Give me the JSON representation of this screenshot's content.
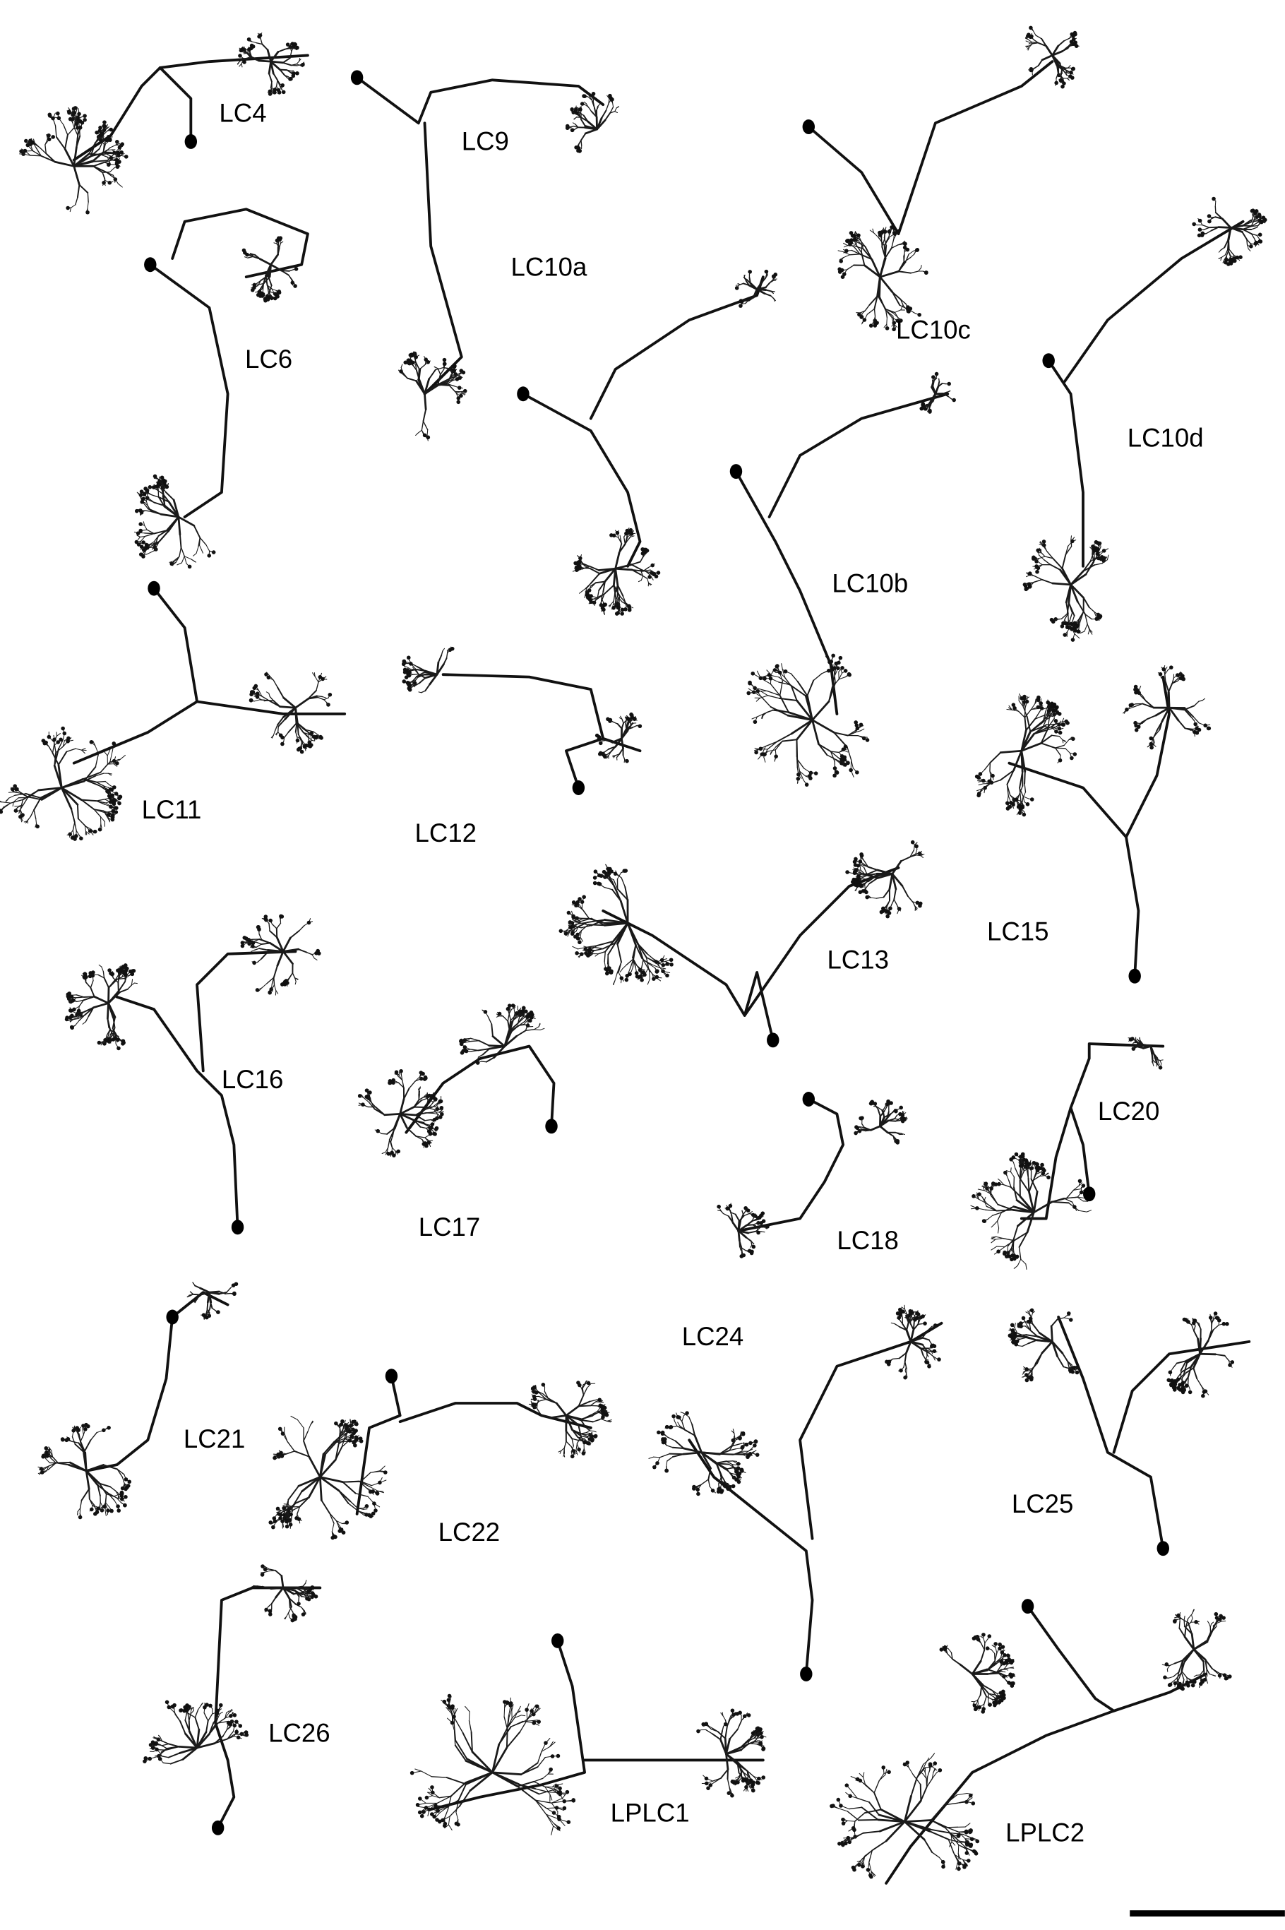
{
  "figure": {
    "neurons": [
      {
        "id": "lc4",
        "label": "LC4"
      },
      {
        "id": "lc9",
        "label": "LC9"
      },
      {
        "id": "lc10a",
        "label": "LC10a"
      },
      {
        "id": "lc10c",
        "label": "LC10c"
      },
      {
        "id": "lc6",
        "label": "LC6"
      },
      {
        "id": "lc10d",
        "label": "LC10d"
      },
      {
        "id": "lc10b",
        "label": "LC10b"
      },
      {
        "id": "lc11",
        "label": "LC11"
      },
      {
        "id": "lc12",
        "label": "LC12"
      },
      {
        "id": "lc15",
        "label": "LC15"
      },
      {
        "id": "lc13",
        "label": "LC13"
      },
      {
        "id": "lc16",
        "label": "LC16"
      },
      {
        "id": "lc20",
        "label": "LC20"
      },
      {
        "id": "lc17",
        "label": "LC17"
      },
      {
        "id": "lc18",
        "label": "LC18"
      },
      {
        "id": "lc24",
        "label": "LC24"
      },
      {
        "id": "lc21",
        "label": "LC21"
      },
      {
        "id": "lc22",
        "label": "LC22"
      },
      {
        "id": "lc25",
        "label": "LC25"
      },
      {
        "id": "lc26",
        "label": "LC26"
      },
      {
        "id": "lplc1",
        "label": "LPLC1"
      },
      {
        "id": "lplc2",
        "label": "LPLC2"
      }
    ],
    "colors": {
      "neuron": "#111111",
      "background": "#ffffff"
    }
  }
}
